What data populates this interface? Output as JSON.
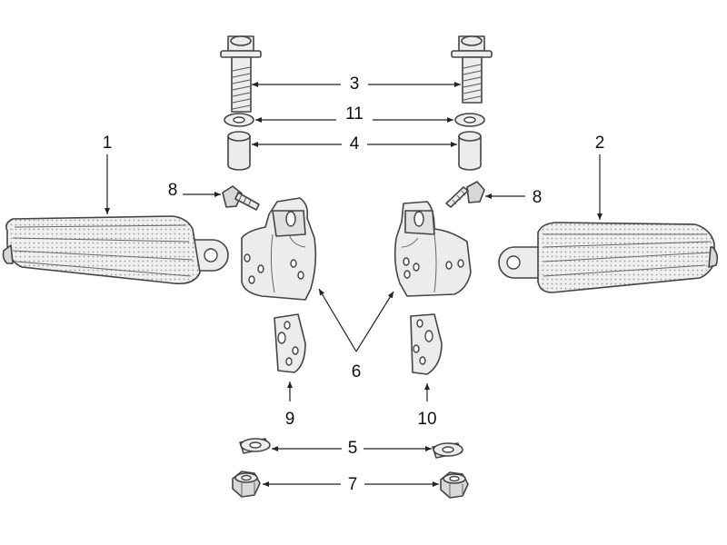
{
  "callouts": {
    "c1": "1",
    "c2": "2",
    "c3": "3",
    "c4": "4",
    "c5": "5",
    "c6": "6",
    "c7": "7",
    "c8_left": "8",
    "c8_right": "8",
    "c9": "9",
    "c10": "10",
    "c11": "11"
  },
  "colors": {
    "line": "#222222",
    "part_fill": "#ececec",
    "background": "#ffffff"
  }
}
